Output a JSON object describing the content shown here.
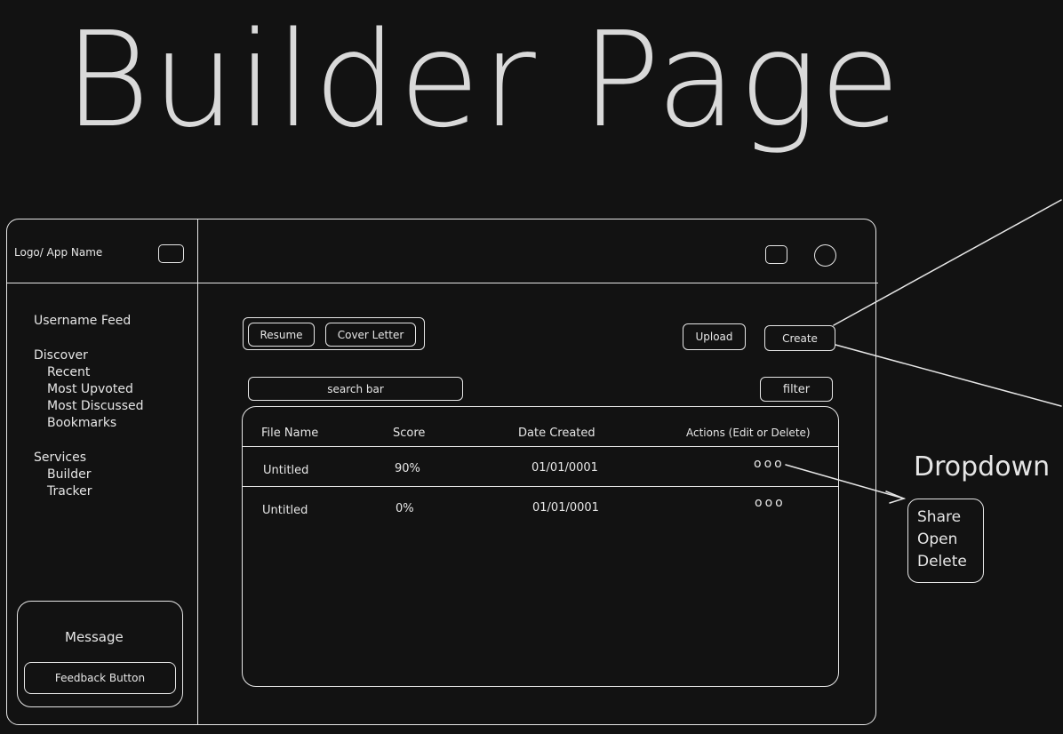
{
  "page": {
    "title": "Builder Page"
  },
  "sidebar": {
    "logo": "Logo/ App Name",
    "feed": "Username Feed",
    "discover": {
      "heading": "Discover",
      "items": [
        "Recent",
        "Most Upvoted",
        "Most Discussed",
        "Bookmarks"
      ]
    },
    "services": {
      "heading": "Services",
      "items": [
        "Builder",
        "Tracker"
      ]
    },
    "message": {
      "label": "Message",
      "button": "Feedback Button"
    }
  },
  "main": {
    "tabs": [
      "Resume",
      "Cover Letter"
    ],
    "upload_label": "Upload",
    "create_label": "Create",
    "search_placeholder": "search bar",
    "filter_label": "filter",
    "table": {
      "headers": [
        "File Name",
        "Score",
        "Date Created",
        "Actions (Edit or Delete)"
      ],
      "rows": [
        {
          "name": "Untitled",
          "score": "90%",
          "date": "01/01/0001",
          "actions": "ooo"
        },
        {
          "name": "Untitled",
          "score": "0%",
          "date": "01/01/0001",
          "actions": "ooo"
        }
      ]
    }
  },
  "dropdown": {
    "label": "Dropdown",
    "items": [
      "Share",
      "Open",
      "Delete"
    ]
  }
}
